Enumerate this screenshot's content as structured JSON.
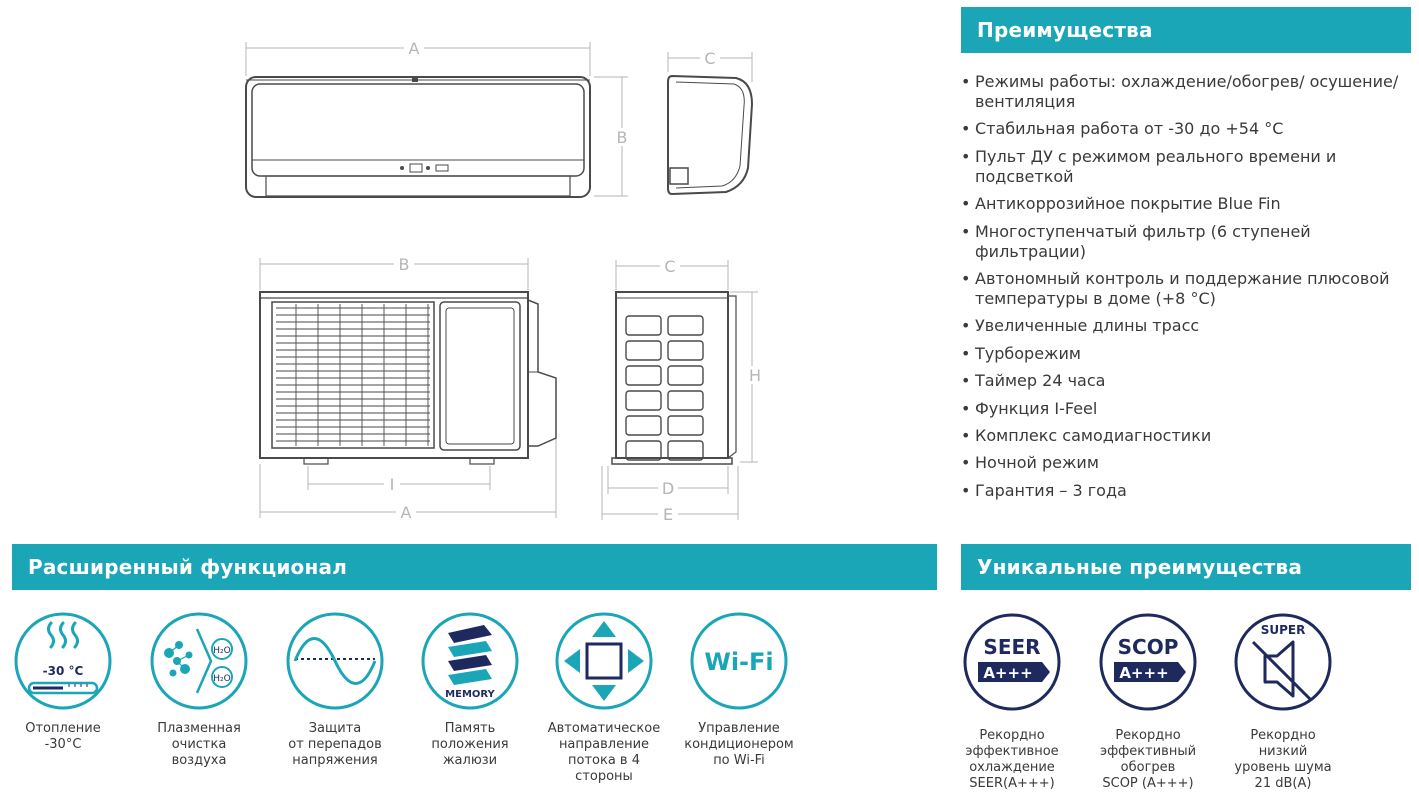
{
  "advantages": {
    "title": "Преимущества",
    "items": [
      "Режимы работы: охлаждение/обогрев/ осушение/вентиляция",
      "Стабильная работа от -30 до +54 °C",
      "Пульт ДУ с режимом реального времени и подсветкой",
      "Антикоррозийное покрытие Blue Fin",
      "Многоступенчатый фильтр (6 ступеней фильтрации)",
      "Автономный контроль и поддержание плюсовой температуры в доме (+8 °C)",
      "Увеличенные длины трасс",
      "Турборежим",
      "Таймер 24 часа",
      "Функция I-Feel",
      "Комплекс самодиагностики",
      "Ночной режим",
      "Гарантия – 3 года"
    ]
  },
  "diagram": {
    "indoor_front": {
      "width_label": "A",
      "height_label": "B"
    },
    "indoor_side": {
      "depth_label": "C"
    },
    "outdoor_front": {
      "width_label": "B",
      "foot_label": "I",
      "total_label": "A"
    },
    "outdoor_side": {
      "depth_label": "C",
      "height_label": "H",
      "foot_label": "D",
      "total_label": "E"
    }
  },
  "features": {
    "title": "Расширенный функционал",
    "items": [
      {
        "icon": "heating-icon",
        "icon_text": "-30 °C",
        "caption": "Отопление\n-30°C"
      },
      {
        "icon": "plasma-icon",
        "icon_text": "H₂O",
        "caption": "Плазменная\nочистка\nвоздуха"
      },
      {
        "icon": "voltage-icon",
        "caption": "Защита\nот перепадов\nнапряжения"
      },
      {
        "icon": "memory-icon",
        "icon_text": "MEMORY",
        "caption": "Память\nположения\nжалюзи"
      },
      {
        "icon": "airflow-4way-icon",
        "caption": "Автоматическое\nнаправление\nпотока в 4\nстороны"
      },
      {
        "icon": "wifi-icon",
        "icon_text": "Wi-Fi",
        "caption": "Управление\nкондиционером\nпо Wi-Fi"
      }
    ]
  },
  "unique": {
    "title": "Уникальные преимущества",
    "items": [
      {
        "icon": "seer-icon",
        "icon_text": "SEER",
        "icon_sub": "A+++",
        "caption": "Рекордно\nэффективное\nохлаждение\nSEER(A+++)"
      },
      {
        "icon": "scop-icon",
        "icon_text": "SCOP",
        "icon_sub": "A+++",
        "caption": "Рекордно\nэффективный\nобогрев\nSCOP (A+++)"
      },
      {
        "icon": "super-silent-icon",
        "icon_text": "SUPER",
        "caption": "Рекордно\nнизкий\nуровень шума\n21 dB(A)"
      }
    ]
  },
  "colors": {
    "accent": "#1aa6b7",
    "navy": "#1e2a5e",
    "text": "#3a3a3a",
    "line": "#4a4a4a",
    "dim": "#b5b5b5"
  }
}
